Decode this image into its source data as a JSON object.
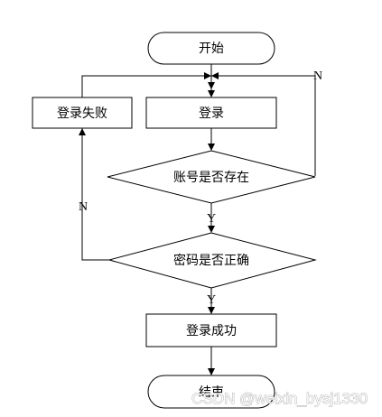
{
  "nodes": {
    "start": "开始",
    "login": "登录",
    "login_failed": "登录失败",
    "account_exists": "账号是否存在",
    "password_correct": "密码是否正确",
    "login_success": "登录成功",
    "end": "结束"
  },
  "edges": {
    "account_yes": "Y",
    "account_no": "N",
    "password_yes": "Y",
    "password_no": "N"
  },
  "watermark": "CSDN @weixin_bysj1330"
}
